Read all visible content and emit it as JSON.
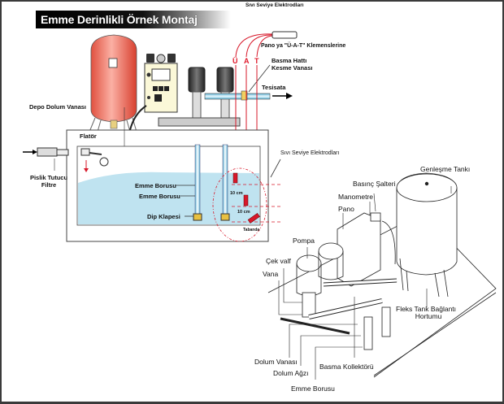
{
  "title": "Emme Derinlikli Örnek Montaj",
  "top_diagram": {
    "labels": {
      "sivi_seviye_top": "Sıvı Seviye Elektrodları",
      "pano_ua_t": "Pano ya \"Ü-A-T\" Klemenslerine",
      "electrode_letters": [
        "Ü",
        "A",
        "T"
      ],
      "basma_hatti": "Basma Hattı",
      "kesme_vanasi": "Kesme Vanası",
      "tesisata": "Tesisata",
      "depo_dolum_vanasi": "Depo Dolum Vanası",
      "pislik_tutucu": "Pislik Tutucu",
      "filtre": "Filtre",
      "flator": "Flatör",
      "emme_borusu_1": "Emme Borusu",
      "emme_borusu_2": "Emme Borusu",
      "dip_klapesi": "Dip Klapesi",
      "sivi_seviye_mid": "Sıvı Seviye Elektrodları",
      "dim_1": "10 cm",
      "dim_2": "10 cm",
      "tabanda": "Tabanda"
    },
    "colors": {
      "water": "#bfe3f0",
      "electrode_red": "#d7182a",
      "tank_red": "#f07060",
      "pipe_blue": "#8fd0e8"
    }
  },
  "bottom_diagram": {
    "labels": {
      "genlesme_tanki": "Genleşme Tankı",
      "basinc_salteri": "Basınç Şalteri",
      "manometre": "Manometre",
      "pano": "Pano",
      "pompa": "Pompa",
      "cek_valf": "Çek valf",
      "vana": "Vana",
      "fleks_1": "Fleks Tank Bağlantı",
      "fleks_2": "Hortumu",
      "dolum_vanasi": "Dolum Vanası",
      "basma_kollektoru": "Basma Kollektörü",
      "dolum_agzi": "Dolum Ağzı",
      "emme_borusu": "Emme Borusu"
    }
  }
}
